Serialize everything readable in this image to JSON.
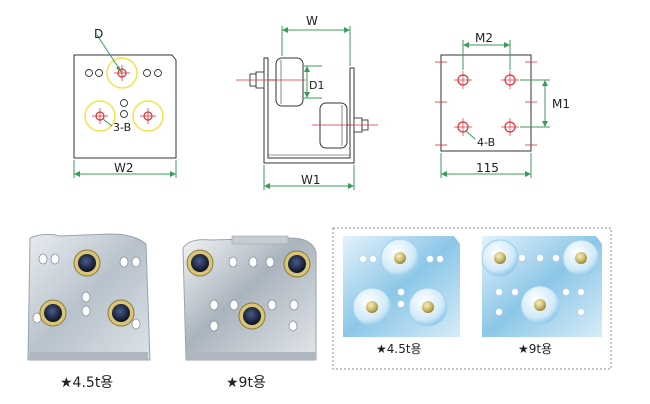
{
  "colors": {
    "dim_line": "#3a9b5a",
    "center_line": "#e0303a",
    "highlight": "#f1e34a",
    "outline": "#333333",
    "plate_metal": "#c9cfd6",
    "frame_dash": "#8a8a8a"
  },
  "drawing1": {
    "label_d": "D",
    "label_3b": "3-B",
    "label_w2": "W2"
  },
  "drawing2": {
    "label_w": "W",
    "label_d1": "D1",
    "label_w1": "W1"
  },
  "drawing3": {
    "label_m2": "M2",
    "label_m1": "M1",
    "label_4b": "4-B",
    "label_115": "115"
  },
  "photos": {
    "caption_left_1": "★4.5t용",
    "caption_left_2": "★9t용",
    "caption_inset_1": "★4.5t용",
    "caption_inset_2": "★9t용"
  }
}
